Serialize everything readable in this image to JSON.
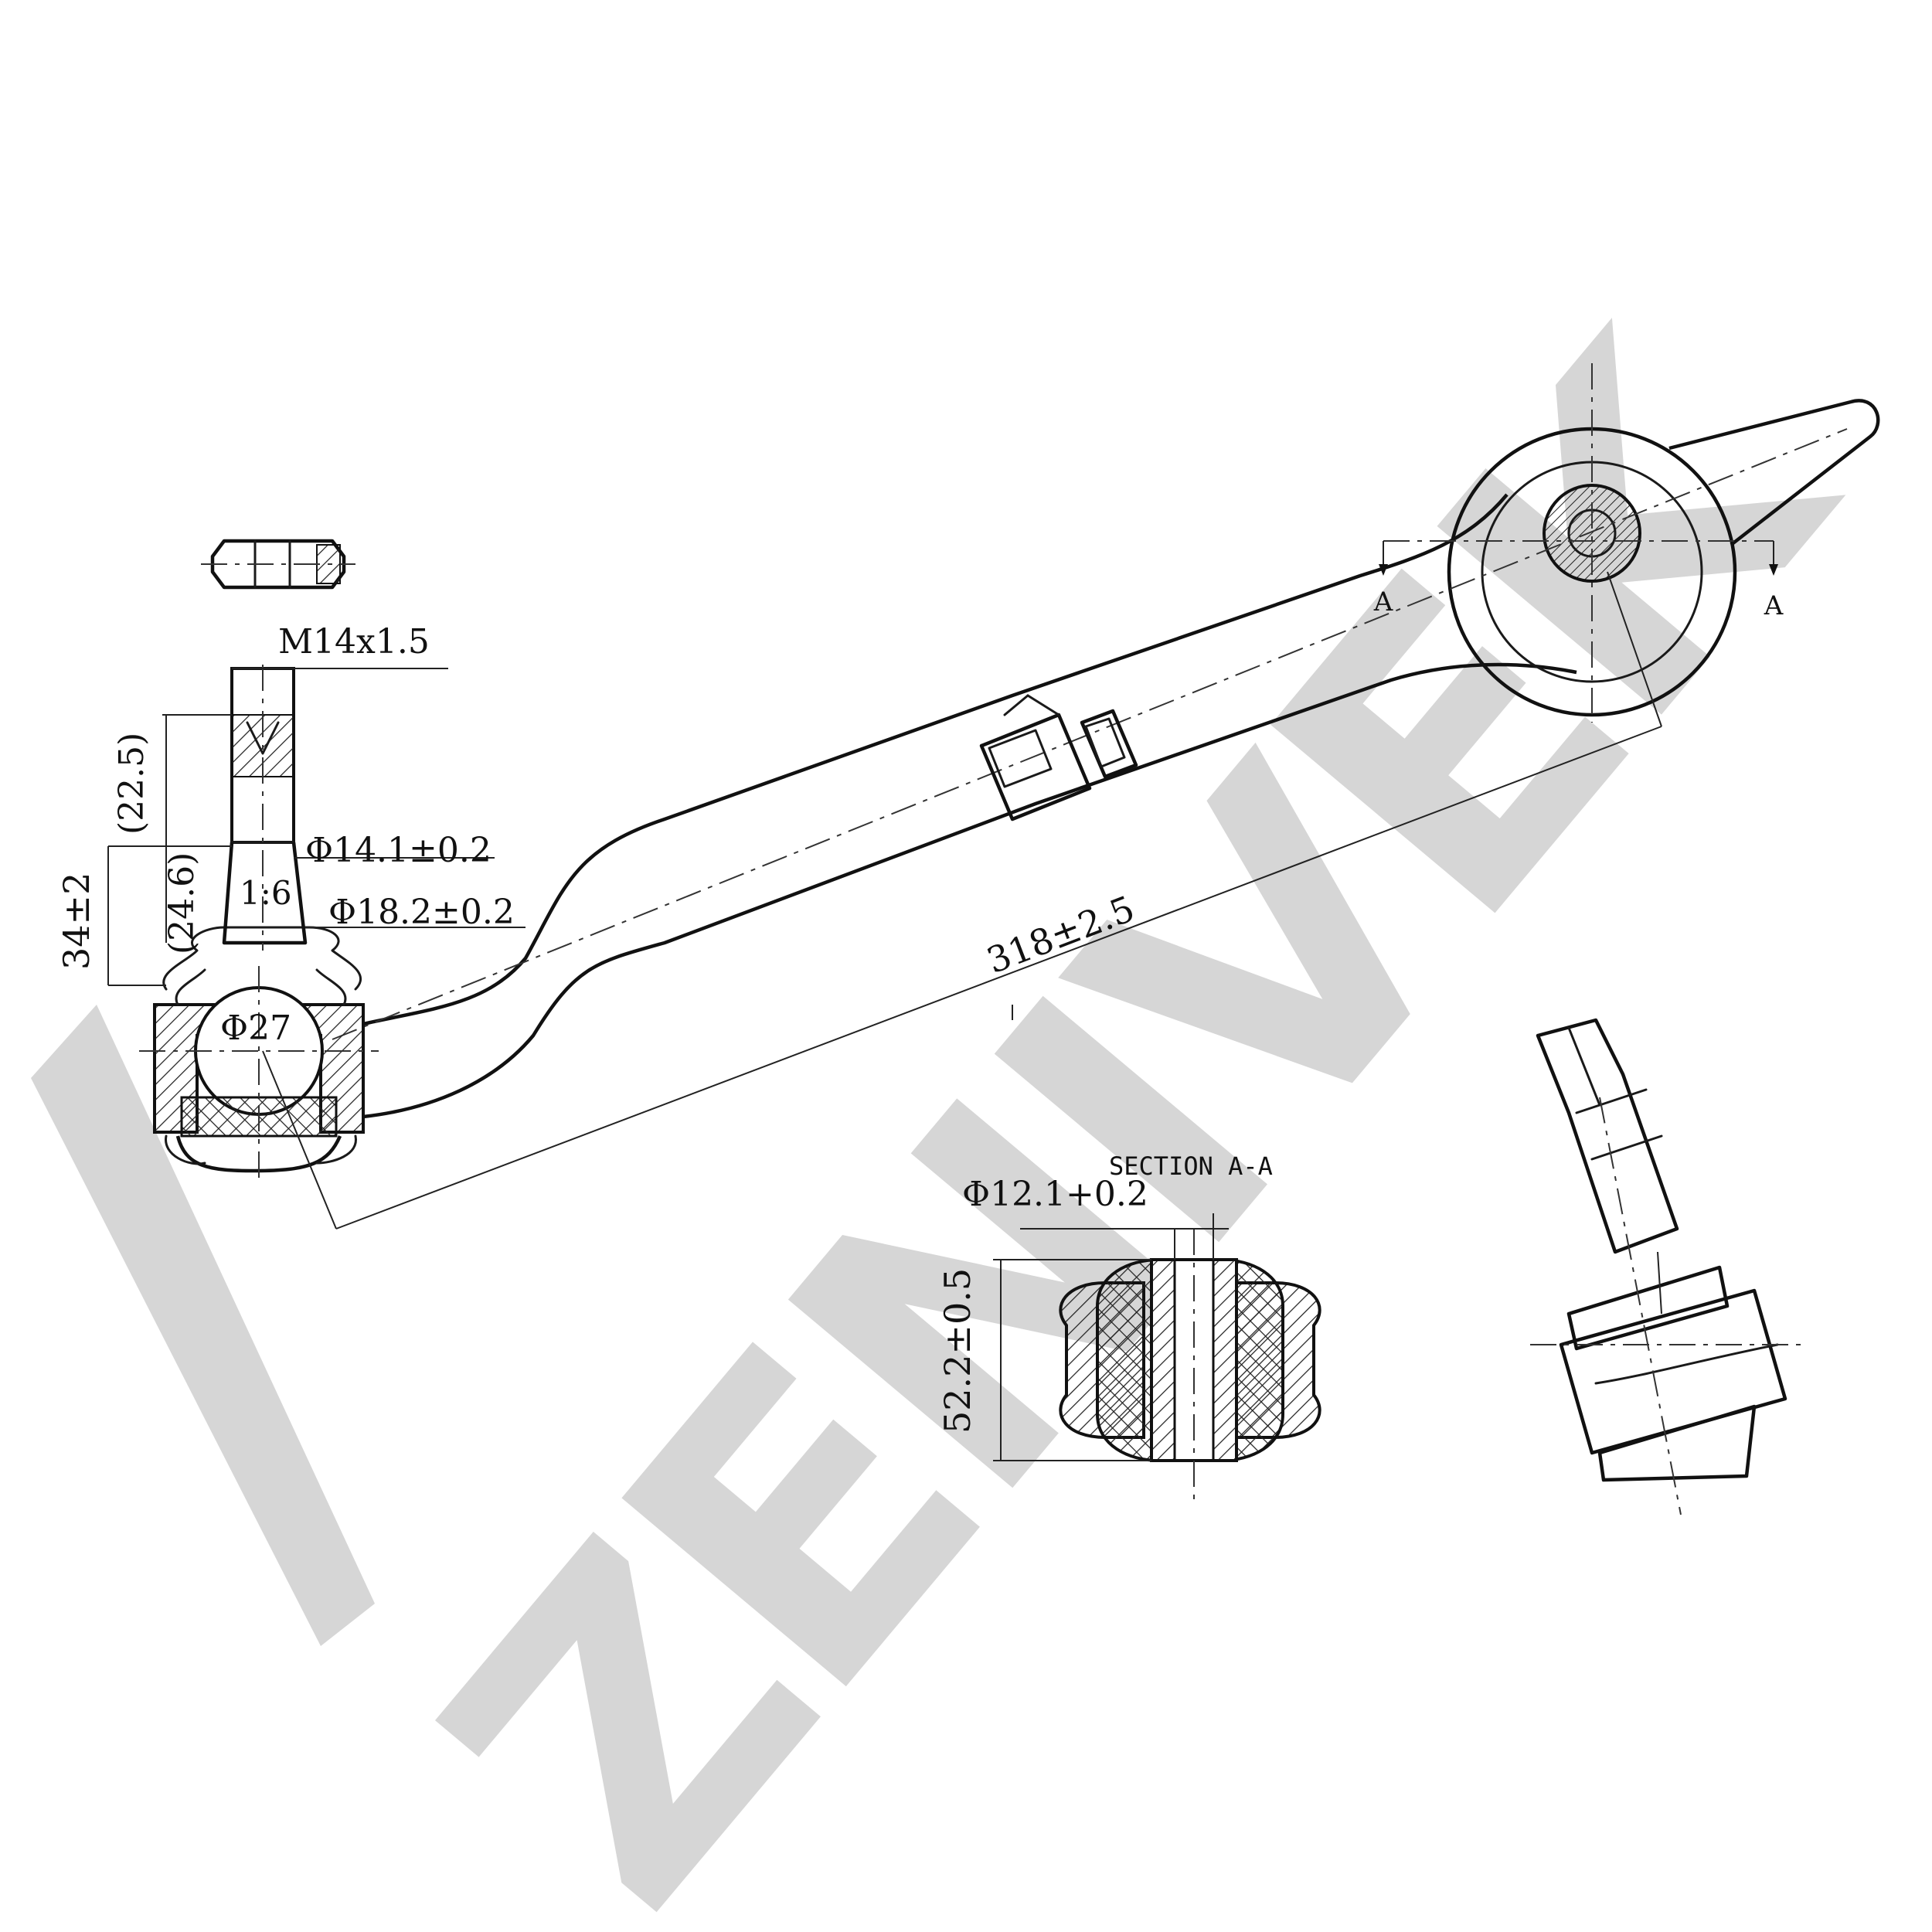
{
  "watermark": {
    "text": "ZENIVEK",
    "color": "#d6d6d6"
  },
  "section_title": "SECTION A-A",
  "section_markers": {
    "left": "A",
    "right": "A"
  },
  "dimensions": {
    "thread": "M14x1.5",
    "thread_length": "(22.5)",
    "stud_height": "34±2",
    "stud_length": "(24.6)",
    "taper": "1:6",
    "dia_small": "Φ14.1±0.2",
    "dia_large": "Φ18.2±0.2",
    "ball_dia": "Φ27",
    "overall_length": "318±2.5",
    "bushing_bore": "Φ12.1+0.2",
    "bushing_width": "52.2±0.5"
  },
  "colors": {
    "line": "#111111",
    "background": "#ffffff"
  }
}
